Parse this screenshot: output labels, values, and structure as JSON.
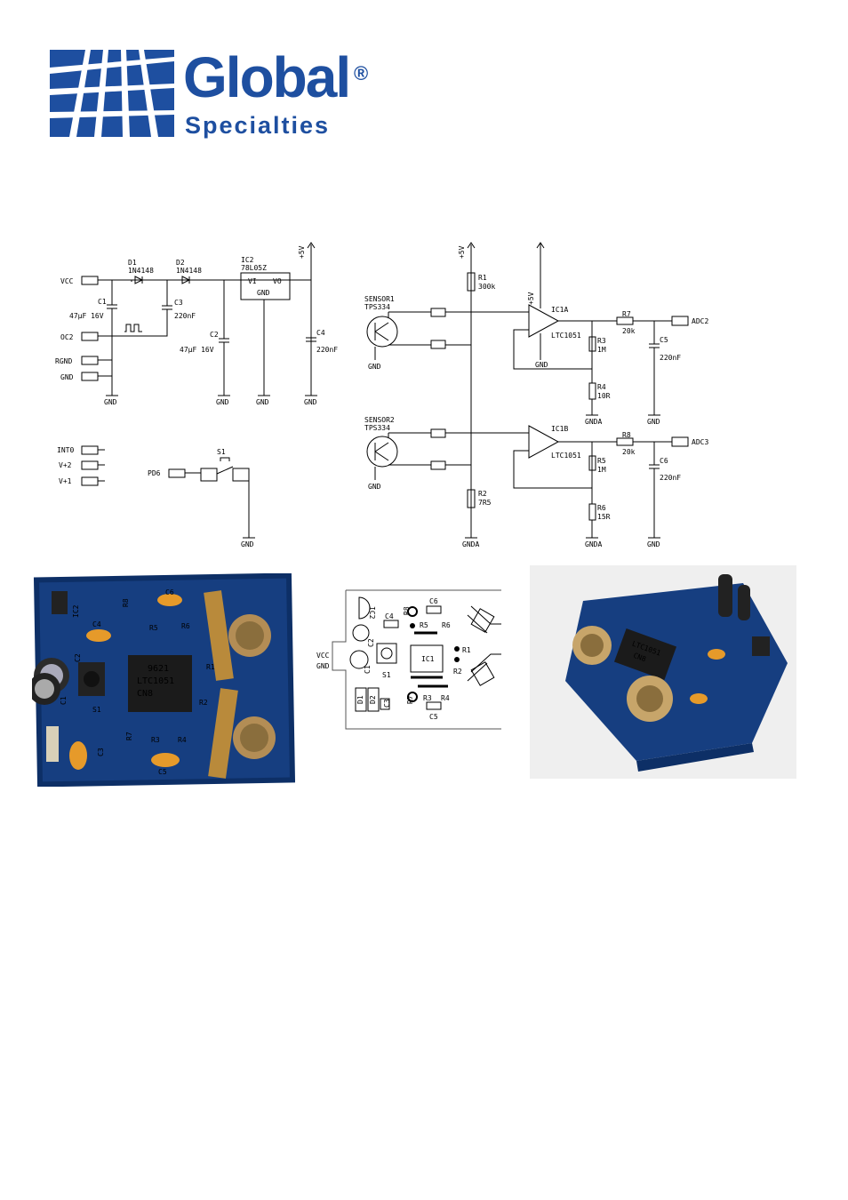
{
  "brand": {
    "name": "Global",
    "sub": "Specialties",
    "reg": "®",
    "color": "#1e4fa0"
  },
  "schematic": {
    "left": {
      "pins": [
        "VCC",
        "OC2",
        "RGND",
        "GND"
      ],
      "d1_ref": "D1",
      "d1_part": "1N4148",
      "d2_ref": "D2",
      "d2_part": "1N4148",
      "ic2_ref": "IC2",
      "ic2_part": "78L05Z",
      "ic2_vi": "VI",
      "ic2_vo": "VO",
      "ic2_gnd": "GND",
      "c1_ref": "C1",
      "c1_val": "47µF 16V",
      "c2_ref": "C2",
      "c2_val": "47µF 16V",
      "c3_ref": "C3",
      "c3_val": "220nF",
      "c4_ref": "C4",
      "c4_val": "220nF",
      "supply": "+5V",
      "gnd": "GND",
      "aux_pins": [
        "INT0",
        "V+2",
        "V+1"
      ],
      "pd6": "PD6",
      "s1_ref": "S1"
    },
    "right": {
      "supply": "+5V",
      "sensor1": "SENSOR1",
      "sensor1_part": "TPS334",
      "sensor2": "SENSOR2",
      "sensor2_part": "TPS334",
      "r1_ref": "R1",
      "r1_val": "300k",
      "r2_ref": "R2",
      "r2_val": "7R5",
      "r3_ref": "R3",
      "r3_val": "1M",
      "r4_ref": "R4",
      "r4_val": "10R",
      "r5_ref": "R5",
      "r5_val": "1M",
      "r6_ref": "R6",
      "r6_val": "15R",
      "r7_ref": "R7",
      "r7_val": "20k",
      "r8_ref": "R8",
      "r8_val": "20k",
      "c5_ref": "C5",
      "c5_val": "220nF",
      "c6_ref": "C6",
      "c6_val": "220nF",
      "ic1a": "IC1A",
      "ic1b": "IC1B",
      "opamp": "LTC1051",
      "adc2": "ADC2",
      "adc3": "ADC3",
      "gnda": "GNDA",
      "gnd": "GND"
    }
  },
  "photo1": {
    "chip_lines": [
      "9621",
      "LTC1051",
      "CN8"
    ],
    "labels": [
      "IC2",
      "C6",
      "R8",
      "C4",
      "R5",
      "R6",
      "R1",
      "C2",
      "C1",
      "S1",
      "R2",
      "R7",
      "R3",
      "R4",
      "C3",
      "C5"
    ]
  },
  "layout": {
    "labels": [
      "IC2",
      "R8",
      "C6",
      "C4",
      "R5",
      "R6",
      "R1",
      "VCC",
      "GND",
      "C2",
      "S1",
      "IC1",
      "R2",
      "C1",
      "D2",
      "D1",
      "C3",
      "R7",
      "R3",
      "R4",
      "C5"
    ]
  },
  "photo2": {
    "chip_lines": [
      "LTC1051",
      "CN8"
    ]
  }
}
